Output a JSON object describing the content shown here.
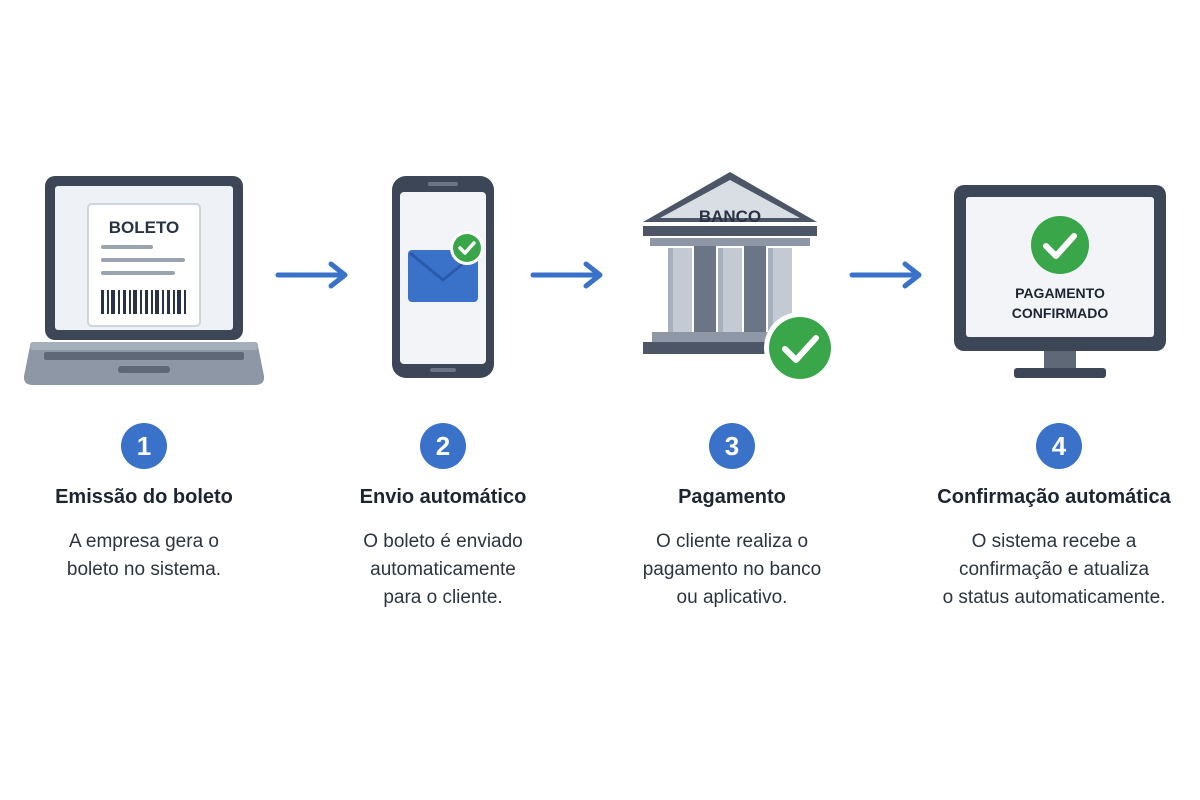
{
  "colors": {
    "accent_blue": "#3a72c9",
    "success_green": "#3aa64a",
    "device_dark": "#3c4656",
    "device_gray": "#8d97a6",
    "text_dark": "#1d2533"
  },
  "icons": [
    "laptop-icon",
    "boleto-document-icon",
    "barcode-icon",
    "smartphone-icon",
    "envelope-icon",
    "check-icon",
    "bank-building-icon",
    "monitor-icon",
    "arrow-right-icon"
  ],
  "illustrations": {
    "boleto_label": "BOLETO",
    "bank_label": "BANCO",
    "monitor_line1": "PAGAMENTO",
    "monitor_line2": "CONFIRMADO"
  },
  "steps": [
    {
      "number": "1",
      "title": "Emissão do boleto",
      "description": "A empresa gera o\nboleto no sistema."
    },
    {
      "number": "2",
      "title": "Envio automático",
      "description": "O boleto é enviado\nautomaticamente\npara o cliente."
    },
    {
      "number": "3",
      "title": "Pagamento",
      "description": "O cliente realiza o\npagamento no banco\nou aplicativo."
    },
    {
      "number": "4",
      "title": "Confirmação automática",
      "description": "O sistema recebe a\nconfirmação e atualiza\no status automaticamente."
    }
  ]
}
